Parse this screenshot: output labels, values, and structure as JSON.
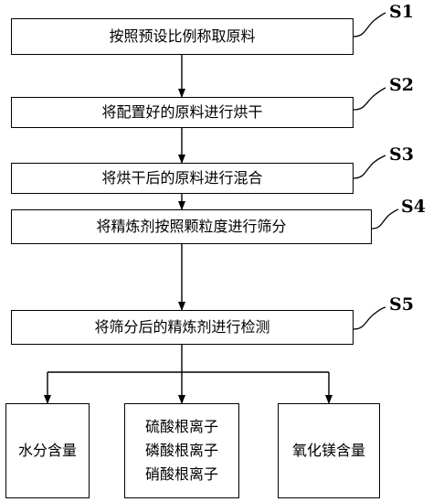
{
  "steps": [
    {
      "label": "S1",
      "text": "按照预设比例称取原料"
    },
    {
      "label": "S2",
      "text": "将配置好的原料进行烘干"
    },
    {
      "label": "S3",
      "text": "将烘干后的原料进行混合"
    },
    {
      "label": "S4",
      "text": "将精炼剂按照颗粒度进行筛分"
    },
    {
      "label": "S5",
      "text": "将筛分后的精炼剂进行检测"
    }
  ],
  "outputs": {
    "left": "水分含量",
    "middle": [
      "硫酸根离子",
      "磷酸根离子",
      "硝酸根离子"
    ],
    "right": "氧化镁含量"
  }
}
